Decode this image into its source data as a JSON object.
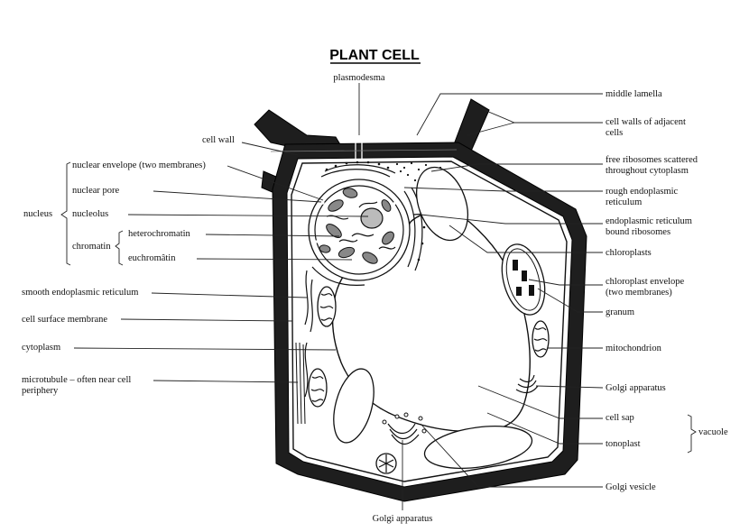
{
  "title": "PLANT CELL",
  "labels": {
    "plasmodesma": "plasmodesma",
    "middle_lamella": "middle lamella",
    "cell_walls_adjacent_1": "cell walls of adjacent",
    "cell_walls_adjacent_2": "cells",
    "cell_wall": "cell wall",
    "free_ribosomes_1": "free ribosomes scattered",
    "free_ribosomes_2": "throughout cytoplasm",
    "nuclear_envelope": "nuclear envelope (two membranes)",
    "rough_er_1": "rough endoplasmic",
    "rough_er_2": "reticulum",
    "nuclear_pore": "nuclear pore",
    "nucleus": "nucleus",
    "nucleolus": "nucleolus",
    "er_ribosomes_1": "endoplasmic reticulum",
    "er_ribosomes_2": "bound ribosomes",
    "heterochromatin": "heterochromatin",
    "chromatin": "chromatin",
    "chloroplasts": "chloroplasts",
    "euchromatin": "euchromâtin",
    "chloroplast_envelope_1": "chloroplast envelope",
    "chloroplast_envelope_2": "(two membranes)",
    "smooth_er": "smooth endoplasmic reticulum",
    "granum": "granum",
    "cell_surface_membrane": "cell surface membrane",
    "cytoplasm": "cytoplasm",
    "mitochondrion": "mitochondrion",
    "microtubule_1": "microtubule – often near cell",
    "microtubule_2": "periphery",
    "golgi_apparatus_right": "Golgi apparatus",
    "cell_sap": "cell sap",
    "vacuole": "vacuole",
    "tonoplast": "tonoplast",
    "golgi_vesicle": "Golgi  vesicle",
    "golgi_apparatus_bottom": "Golgi apparatus"
  }
}
